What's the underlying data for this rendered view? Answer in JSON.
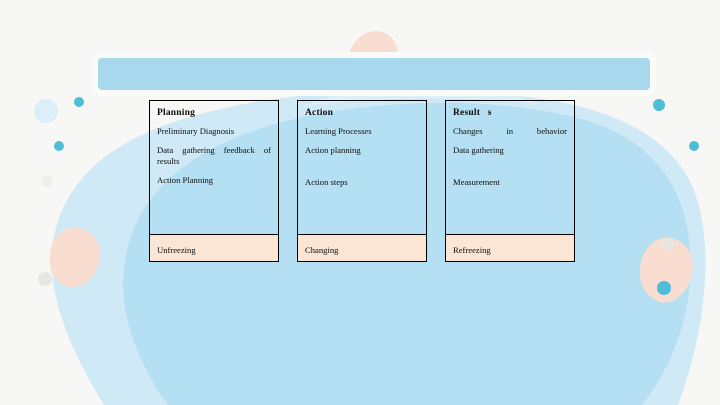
{
  "slide": {
    "title_bar_text": "",
    "background_colors": {
      "page": "#f7f7f5",
      "blob_outer": "#cfe9f6",
      "blob_inner": "#b5dff2",
      "title_bar": "#a8d8ee",
      "peach": "#f9ddd0",
      "teal_dot": "#4dbdd8",
      "grey_dot": "#e3e3e1"
    }
  },
  "table": {
    "columns": [
      {
        "header": "Planning",
        "items": [
          {
            "text": "Preliminary Diagnosis",
            "justify": false
          },
          {
            "text": "Data gathering feedback of results",
            "justify": true
          },
          {
            "text": "Action Planning",
            "justify": false
          }
        ],
        "spacer_before_last": false,
        "footer": "Unfreezing"
      },
      {
        "header": "Action",
        "items": [
          {
            "text": "Learning Processes",
            "justify": false
          },
          {
            "text": "Action planning",
            "justify": false
          },
          {
            "text": "Action steps",
            "justify": false
          }
        ],
        "spacer_before_last": true,
        "footer": "Changing"
      },
      {
        "header": "Result   s",
        "items": [
          {
            "text": "Changes in behavior",
            "justify": true
          },
          {
            "text": "Data gathering",
            "justify": false
          },
          {
            "text": "Measurement",
            "justify": false
          }
        ],
        "spacer_before_last": true,
        "footer": "Refreezing"
      }
    ]
  }
}
